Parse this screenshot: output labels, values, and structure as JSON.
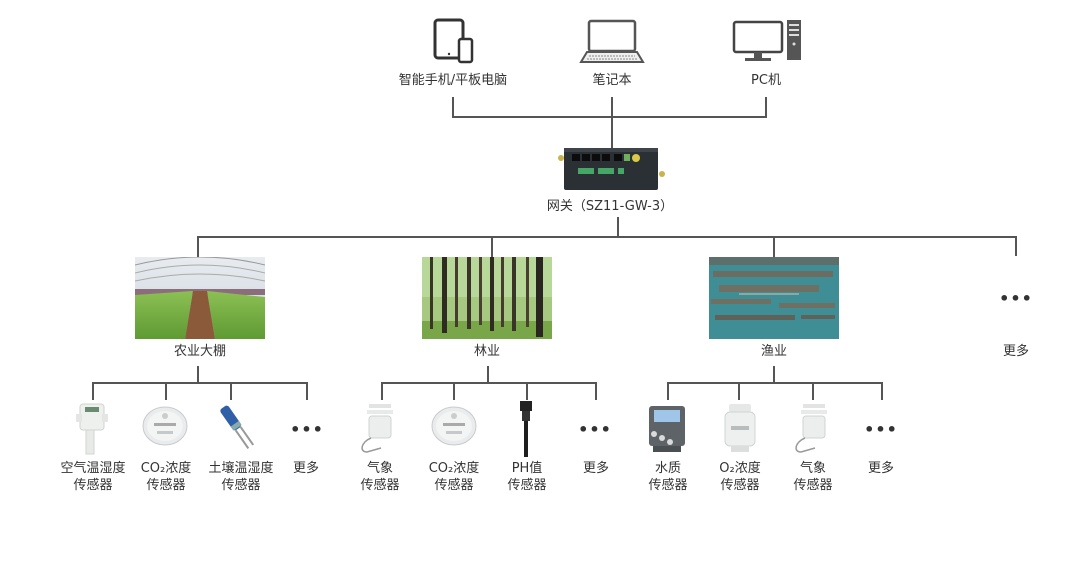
{
  "diagram": {
    "clients": [
      {
        "label": "智能手机/平板电脑",
        "icon": "tablet-phone-icon"
      },
      {
        "label": "笔记本",
        "icon": "laptop-icon"
      },
      {
        "label": "PC机",
        "icon": "desktop-pc-icon"
      }
    ],
    "gateway": {
      "label": "网关（SZ11-GW-3）",
      "icon": "gateway-device-icon"
    },
    "scenarios": [
      {
        "label": "农业大棚",
        "image": "greenhouse-photo",
        "sensors": [
          {
            "line1": "空气温湿度",
            "line2": "传感器",
            "icon": "air-temp-humidity-sensor-icon"
          },
          {
            "line1": "CO₂浓度",
            "line2": "传感器",
            "icon": "co2-sensor-icon"
          },
          {
            "line1": "土壤温湿度",
            "line2": "传感器",
            "icon": "soil-sensor-icon"
          },
          {
            "line1": "更多",
            "line2": "",
            "icon": "more-icon"
          }
        ]
      },
      {
        "label": "林业",
        "image": "forest-photo",
        "sensors": [
          {
            "line1": "气象",
            "line2": "传感器",
            "icon": "weather-sensor-icon"
          },
          {
            "line1": "CO₂浓度",
            "line2": "传感器",
            "icon": "co2-sensor-icon"
          },
          {
            "line1": "PH值",
            "line2": "传感器",
            "icon": "ph-sensor-icon"
          },
          {
            "line1": "更多",
            "line2": "",
            "icon": "more-icon"
          }
        ]
      },
      {
        "label": "渔业",
        "image": "fishery-photo",
        "sensors": [
          {
            "line1": "水质",
            "line2": "传感器",
            "icon": "water-quality-sensor-icon"
          },
          {
            "line1": "O₂浓度",
            "line2": "传感器",
            "icon": "o2-sensor-icon"
          },
          {
            "line1": "气象",
            "line2": "传感器",
            "icon": "weather-sensor-icon"
          },
          {
            "line1": "更多",
            "line2": "",
            "icon": "more-icon"
          }
        ]
      },
      {
        "label": "更多",
        "image": "more-icon",
        "sensors": []
      }
    ],
    "more_symbol": "•••"
  }
}
